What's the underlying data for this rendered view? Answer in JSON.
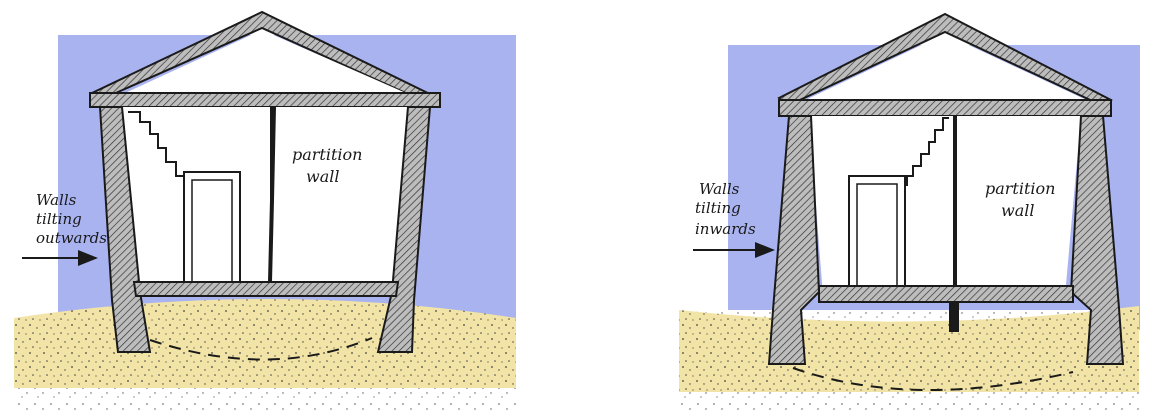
{
  "colors": {
    "sky": "#a9b3f0",
    "ground": "#f2e4a6",
    "subsoil": "#ffffff",
    "wall_fill": "#b7b7b7",
    "ink": "#1a1a1a"
  },
  "panels": [
    {
      "id": "outwards",
      "arrow_label": [
        "Walls",
        "tilting",
        "outwards"
      ],
      "partition_label": [
        "partition",
        "wall"
      ]
    },
    {
      "id": "inwards",
      "arrow_label": [
        "Walls",
        "tilting",
        "inwards"
      ],
      "partition_label": [
        "partition",
        "wall"
      ]
    }
  ]
}
